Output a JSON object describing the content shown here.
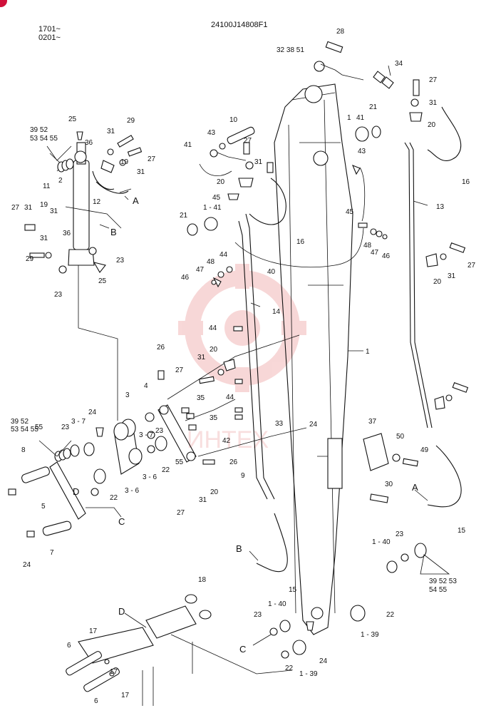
{
  "header": {
    "drawing_number": "24100J14808F1",
    "serial_line_1": "1701~",
    "serial_line_2": "0201~"
  },
  "watermark": {
    "text": "ИНТЕХ",
    "color": "#f2b8b8"
  },
  "colors": {
    "ink": "#111111",
    "badge": "#d0103a"
  },
  "labels": {
    "n1": "1",
    "n1b": "1",
    "n1_39a": "1 - 39",
    "n1_39b": "1 - 39",
    "n1_40a": "1 - 40",
    "n1_40b": "1 - 40",
    "n1_41": "1 - 41",
    "n2": "2",
    "n3": "3",
    "n3_6a": "3 - 6",
    "n3_6b": "3 - 6",
    "n3_7a": "3 - 7",
    "n3_7b": "3 - 7",
    "n4": "4",
    "n5": "5",
    "n6a": "6",
    "n6b": "6",
    "n7": "7",
    "n8": "8",
    "n9": "9",
    "n10": "10",
    "n11": "11",
    "n12": "12",
    "n13": "13",
    "n14": "14",
    "n15a": "15",
    "n15b": "15",
    "n16a": "16",
    "n16b": "16",
    "n17a": "17",
    "n17b": "17",
    "n17c": "17",
    "n18": "18",
    "n19a": "19",
    "n19b": "19",
    "n20a": "20",
    "n20b": "20",
    "n20c": "20",
    "n20d": "20",
    "n20e": "20",
    "n20f": "20",
    "n21a": "21",
    "n21b": "21",
    "n22a": "22",
    "n22b": "22",
    "n22c": "22",
    "n22d": "22",
    "n23a": "23",
    "n23b": "23",
    "n23c": "23",
    "n23d": "23",
    "n23e": "23",
    "n23f": "23",
    "n24a": "24",
    "n24b": "24",
    "n24c": "24",
    "n24d": "24",
    "n25a": "25",
    "n25b": "25",
    "n26a": "26",
    "n26b": "26",
    "n27a": "27",
    "n27b": "27",
    "n27c": "27",
    "n27d": "27",
    "n27e": "27",
    "n27f": "27",
    "n27g": "27",
    "n28": "28",
    "n29a": "29",
    "n29b": "29",
    "n30": "30",
    "n31a": "31",
    "n31b": "31",
    "n31c": "31",
    "n31d": "31",
    "n31e": "31",
    "n31f": "31",
    "n31g": "31",
    "n31h": "31",
    "n31i": "31",
    "n31j": "31",
    "n33": "33",
    "n34": "34",
    "n35a": "35",
    "n35b": "35",
    "n36a": "36",
    "n36b": "36",
    "n37": "37",
    "n40": "40",
    "n41a": "41",
    "n41b": "41",
    "n42": "42",
    "n43a": "43",
    "n43b": "43",
    "n44a": "44",
    "n44b": "44",
    "n44c": "44",
    "n45a": "45",
    "n45b": "45",
    "n46a": "46",
    "n46b": "46",
    "n47a": "47",
    "n47b": "47",
    "n48a": "48",
    "n48b": "48",
    "n49": "49",
    "n50": "50",
    "n55": "55",
    "set_top": "32  38  51",
    "set_left_top_1": "39  52",
    "set_left_top_2": "53  54  55",
    "set_mid_1": "39  52",
    "set_mid_2": "53  54  55",
    "set_mid_3": "55",
    "set_right_1": "39  52  53",
    "set_right_2": "54  55",
    "A1": "A",
    "A2": "A",
    "B1": "B",
    "B2": "B",
    "C1": "C",
    "C2": "C",
    "D1": "D",
    "D2": "D"
  }
}
